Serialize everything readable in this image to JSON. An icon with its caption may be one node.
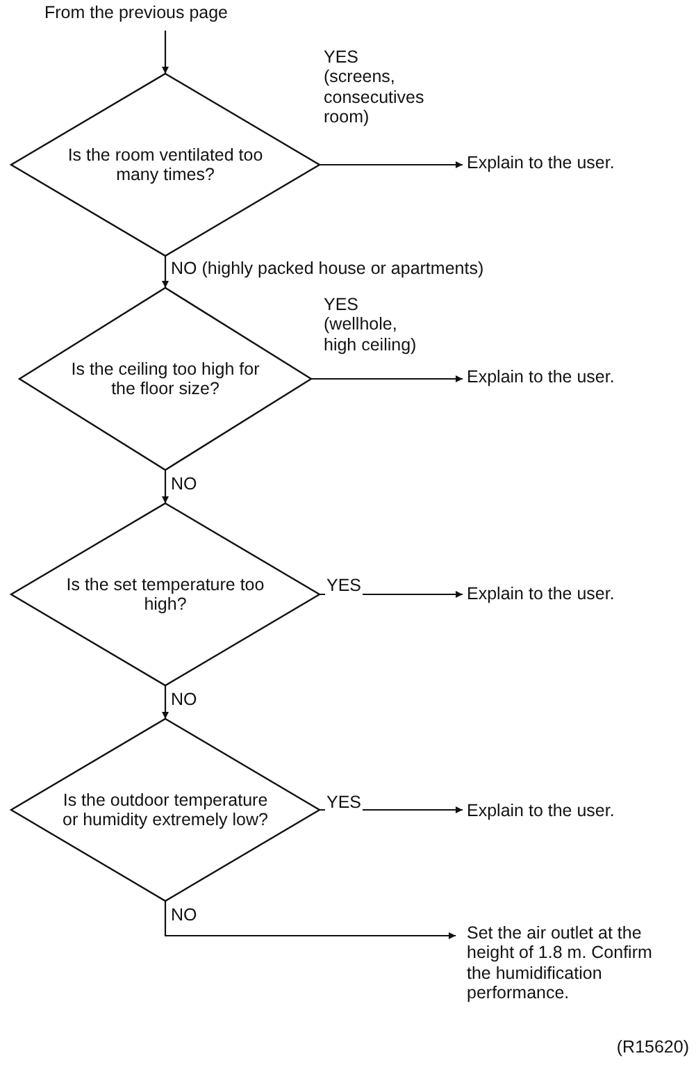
{
  "diagram": {
    "nodes": [
      {
        "text": [
          "From the previous page"
        ]
      },
      {
        "text": [
          "Is the room ventilated too many times?"
        ]
      },
      {
        "text": [
          "Explain to the user."
        ]
      },
      {
        "text": [
          "Is the ceiling too high for the floor size?"
        ]
      },
      {
        "text": [
          "Explain to the user."
        ]
      },
      {
        "text": [
          "Is the set temperature too high?"
        ]
      },
      {
        "text": [
          "Explain to the user."
        ]
      },
      {
        "text": [
          "Is the outdoor temperature or humidity extremely low?"
        ]
      },
      {
        "text": [
          "Explain to the user."
        ]
      },
      {
        "text": [
          "Set the air outlet at the height of 1.8 m. Confirm the humidification performance."
        ]
      }
    ],
    "edges": [
      {
        "from": 0,
        "to": 1,
        "arrow": "to"
      },
      {
        "from": 1,
        "to": 2,
        "arrow": "to",
        "label": "YES (screens, consecutives room)"
      },
      {
        "from": 1,
        "to": 3,
        "arrow": "to",
        "label": "NO (highly packed house or apartments)"
      },
      {
        "from": 3,
        "to": 4,
        "arrow": "to",
        "label": "YES (wellhole, high ceiling)"
      },
      {
        "from": 3,
        "to": 5,
        "arrow": "to",
        "label": "NO"
      },
      {
        "from": 5,
        "to": 6,
        "arrow": "to",
        "label": "YES"
      },
      {
        "from": 5,
        "to": 7,
        "arrow": "to",
        "label": "NO"
      },
      {
        "from": 7,
        "to": 8,
        "arrow": "to",
        "label": "YES"
      },
      {
        "from": 7,
        "to": 9,
        "arrow": "to",
        "label": "NO"
      }
    ],
    "labels": [
      "(R15620)"
    ]
  }
}
